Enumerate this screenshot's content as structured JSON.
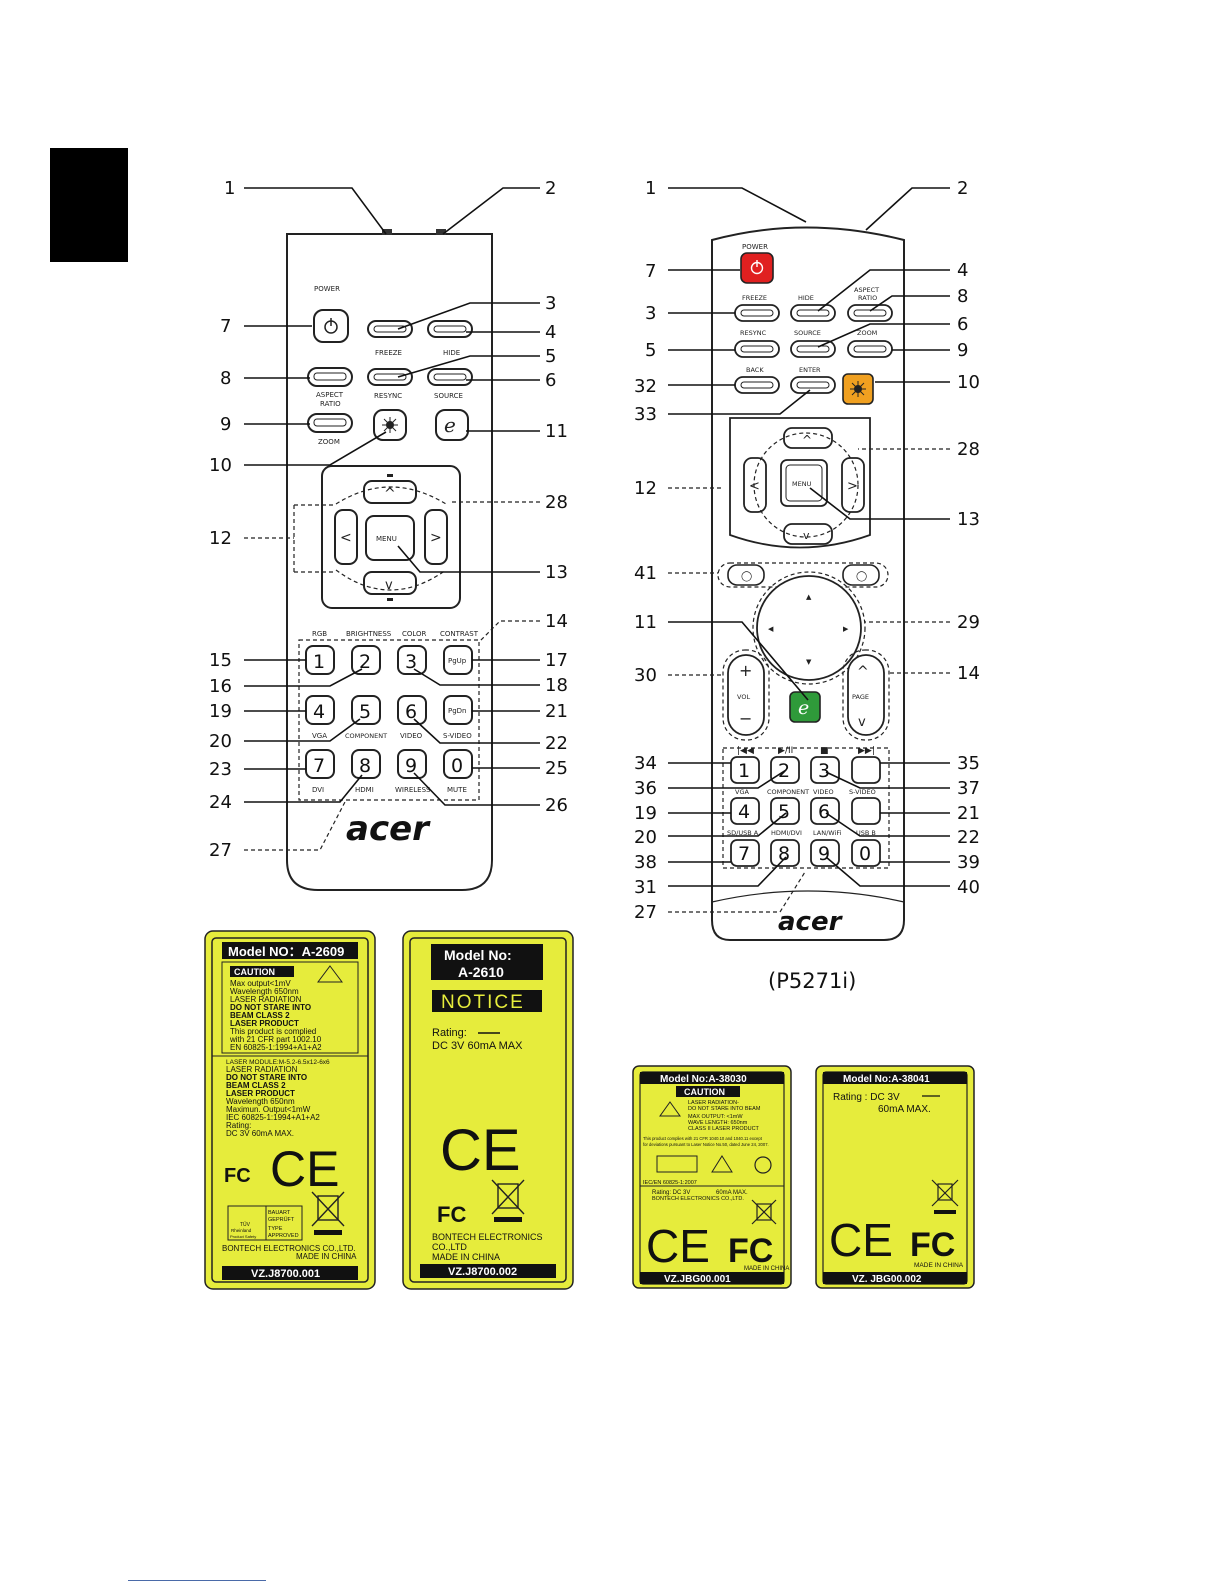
{
  "callouts_remote_a": {
    "c1": "1",
    "c2": "2",
    "c3": "3",
    "c4": "4",
    "c5": "5",
    "c6": "6",
    "c7": "7",
    "c8": "8",
    "c9": "9",
    "c10": "10",
    "c11": "11",
    "c12": "12",
    "c13": "13",
    "c14": "14",
    "c15": "15",
    "c16": "16",
    "c17": "17",
    "c18": "18",
    "c19": "19",
    "c20": "20",
    "c21": "21",
    "c22": "22",
    "c23": "23",
    "c24": "24",
    "c25": "25",
    "c26": "26",
    "c27": "27",
    "c28": "28"
  },
  "remote_a": {
    "power": "POWER",
    "freeze": "FREEZE",
    "hide": "HIDE",
    "aspect1": "ASPECT",
    "aspect2": "RATIO",
    "resync": "RESYNC",
    "source": "SOURCE",
    "zoom": "ZOOM",
    "menu": "MENU",
    "rgb": "RGB",
    "brightness": "BRIGHTNESS",
    "color": "COLOR",
    "contrast": "CONTRAST",
    "k1": "1",
    "k2": "2",
    "k3": "3",
    "pgup": "PgUp",
    "k4": "4",
    "k5": "5",
    "k6": "6",
    "pgdn": "PgDn",
    "k7": "7",
    "k8": "8",
    "k9": "9",
    "k0": "0",
    "vga": "VGA",
    "component": "COMPONENT",
    "video": "VIDEO",
    "svideo": "S-VIDEO",
    "dvi": "DVI",
    "hdmi": "HDMI",
    "wireless": "WIRELESS",
    "mute": "MUTE",
    "logo": "acer"
  },
  "callouts_remote_b": {
    "c1": "1",
    "c2": "2",
    "c7": "7",
    "c4": "4",
    "c3": "3",
    "c8": "8",
    "c5": "5",
    "c6": "6",
    "c9": "9",
    "c32": "32",
    "c10": "10",
    "c33": "33",
    "c28": "28",
    "c12": "12",
    "c13": "13",
    "c41": "41",
    "c11": "11",
    "c29": "29",
    "c30": "30",
    "c14": "14",
    "c34": "34",
    "c35": "35",
    "c36": "36",
    "c37": "37",
    "c19": "19",
    "c21": "21",
    "c20": "20",
    "c22": "22",
    "c38": "38",
    "c39": "39",
    "c31": "31",
    "c40": "40",
    "c27": "27"
  },
  "remote_b": {
    "power": "POWER",
    "freeze": "FREEZE",
    "hide": "HIDE",
    "aspect1": "ASPECT",
    "aspect2": "RATIO",
    "resync": "RESYNC",
    "source": "SOURCE",
    "zoom": "ZOOM",
    "back": "BACK",
    "enter": "ENTER",
    "menu": "MENU",
    "vol": "VOL",
    "page": "PAGE",
    "k1": "1",
    "k2": "2",
    "k3": "3",
    "k4": "4",
    "k5": "5",
    "k6": "6",
    "k7": "7",
    "k8": "8",
    "k9": "9",
    "k0": "0",
    "vga": "VGA",
    "component": "COMPONENT",
    "video": "VIDEO",
    "svideo": "S-VIDEO",
    "sdusb": "SD/USB A",
    "hdmidvi": "HDMI/DVI",
    "lanwifi": "LAN/WiFi",
    "usbb": "USB B",
    "logo": "acer",
    "caption": "(P5271i)"
  },
  "label_a2609": {
    "title": "Model NO：A-2609",
    "caution": "CAUTION",
    "l1": "Max output<1mV",
    "l2": "Wavelength 650nm",
    "l3": "LASER RADIATION",
    "l4": "DO NOT STARE INTO",
    "l5": "BEAM CLASS 2",
    "l6": "LASER PRODUCT",
    "l7": "This product is complied",
    "l8": "with 21 CFR part 1002.10",
    "l9": "EN 60825-1:1994+A1+A2",
    "m1": "LASER MODULE:M-5.2-6.5x12-6x6",
    "m2": "LASER RADIATION",
    "m3": "DO NOT STARE INTO",
    "m4": "BEAM CLASS 2",
    "m5": "LASER PRODUCT",
    "m6": "Wavelength 650nm",
    "m7": "Maximun. Output<1mW",
    "m8": "IEC 60825-1:1994+A1+A2",
    "m9": "Rating:",
    "m10": "DC 3V 60mA MAX.",
    "ce": "CE",
    "fc": "FC",
    "tuv1": "BAUART",
    "tuv2": "GEPRÜFT",
    "tuv3": "TYPE",
    "tuv4": "APPROVED",
    "tuv5": "TÜV",
    "tuv6": "Rheinland",
    "tuv7": "Product Safety",
    "maker": "BONTECH ELECTRONICS CO.,LTD.",
    "made": "MADE IN CHINA",
    "code": "VZ.J8700.001"
  },
  "label_a2610": {
    "title1": "Model No:",
    "title2": "A-2610",
    "notice": "NOTICE",
    "rating": "Rating:",
    "dc": "DC 3V 60mA MAX",
    "ce": "CE",
    "fc": "FC",
    "maker1": "BONTECH ELECTRONICS",
    "maker2": "CO.,LTD",
    "made": "MADE IN CHINA",
    "code": "VZ.J8700.002"
  },
  "label_a38030": {
    "title": "Model No:A-38030",
    "caution": "CAUTION",
    "l1": "LASER RADIATION-",
    "l2": "DO NOT STARE INTO BEAM",
    "l3": "MAX OUTPUT: <1mW",
    "l4": "WAVE LENGTH: 650nm",
    "l5": "CLASS II LASER PRODUCT",
    "p1": "This product complies with 21 CFR 1040.10 and 1040.11 except",
    "p2": "for deviations pursuant to Laser Notice No.50, dated June 24, 2007.",
    "iec": "IEC/EN 60825-1:2007",
    "rating": "Rating: DC 3V",
    "rating2": "60mA MAX.",
    "maker": "BONTECH  ELECTRONICS CO.,LTD.",
    "made": "MADE IN CHINA",
    "code": "VZ.JBG00.001",
    "ce": "CE",
    "fc": "FC"
  },
  "label_a38041": {
    "title": "Model No:A-38041",
    "rating": "Rating : DC 3V",
    "rating2": "60mA MAX.",
    "made": "MADE IN CHINA",
    "code": "VZ. JBG00.002",
    "ce": "CE",
    "fc": "FC"
  },
  "colors": {
    "label_yellow": "#e6ec3c",
    "label_dark": "#111111",
    "power_red": "#e02020",
    "laser_orange": "#f0a020",
    "e_green": "#2f9a3a"
  }
}
